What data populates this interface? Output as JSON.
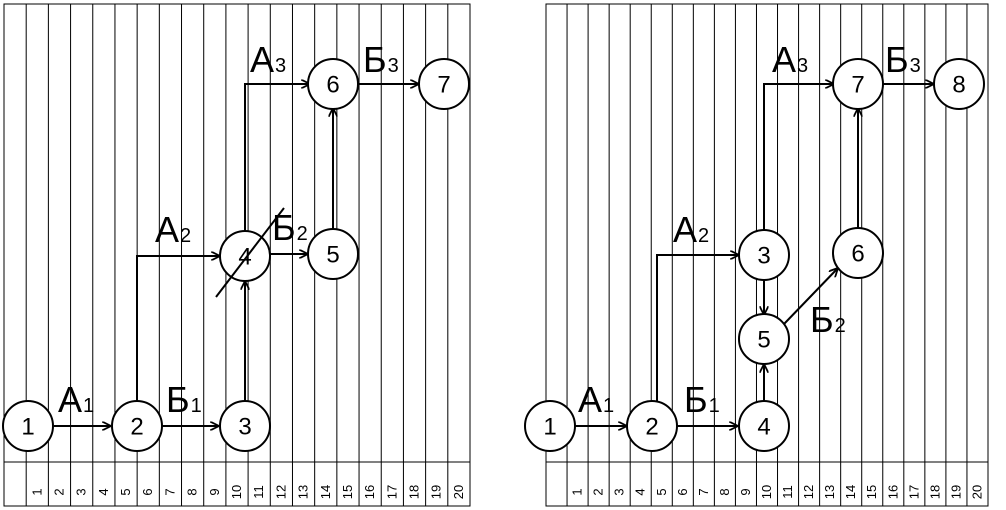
{
  "diagrams": [
    {
      "id": "left",
      "columns": [
        "1",
        "2",
        "3",
        "4",
        "5",
        "6",
        "7",
        "8",
        "9",
        "10",
        "11",
        "12",
        "13",
        "14",
        "15",
        "16",
        "17",
        "18",
        "19",
        "20"
      ],
      "nodes": [
        {
          "label": "1"
        },
        {
          "label": "2"
        },
        {
          "label": "3"
        },
        {
          "label": "4"
        },
        {
          "label": "5"
        },
        {
          "label": "6"
        },
        {
          "label": "7"
        }
      ],
      "edge_labels": [
        {
          "main": "А",
          "sub": "1"
        },
        {
          "main": "Б",
          "sub": "1"
        },
        {
          "main": "А",
          "sub": "2"
        },
        {
          "main": "Б",
          "sub": "2"
        },
        {
          "main": "А",
          "sub": "3"
        },
        {
          "main": "Б",
          "sub": "3"
        }
      ]
    },
    {
      "id": "right",
      "columns": [
        "1",
        "2",
        "3",
        "4",
        "5",
        "6",
        "7",
        "8",
        "9",
        "10",
        "11",
        "12",
        "13",
        "14",
        "15",
        "16",
        "17",
        "18",
        "19",
        "20"
      ],
      "nodes": [
        {
          "label": "1"
        },
        {
          "label": "2"
        },
        {
          "label": "3"
        },
        {
          "label": "4"
        },
        {
          "label": "5"
        },
        {
          "label": "6"
        },
        {
          "label": "7"
        },
        {
          "label": "8"
        }
      ],
      "edge_labels": [
        {
          "main": "А",
          "sub": "1"
        },
        {
          "main": "Б",
          "sub": "1"
        },
        {
          "main": "А",
          "sub": "2"
        },
        {
          "main": "Б",
          "sub": "2"
        },
        {
          "main": "А",
          "sub": "3"
        },
        {
          "main": "Б",
          "sub": "3"
        }
      ]
    }
  ]
}
